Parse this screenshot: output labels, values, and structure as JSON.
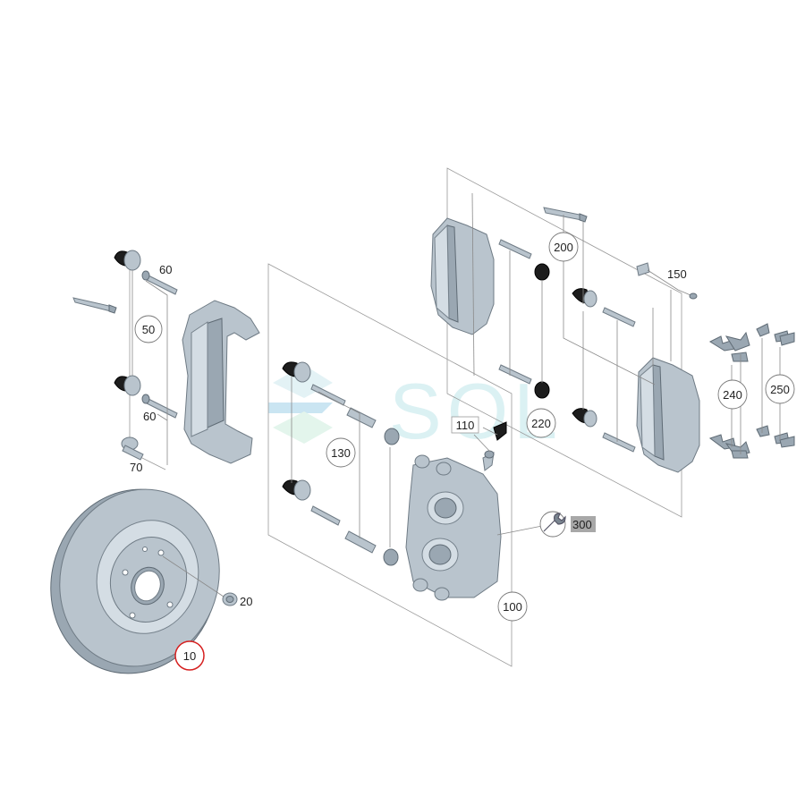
{
  "labels": {
    "p10": "10",
    "p20": "20",
    "p50": "50",
    "p60a": "60",
    "p60b": "60",
    "p70": "70",
    "p100": "100",
    "p110": "110",
    "p130": "130",
    "p150": "150",
    "p200": "200",
    "p220": "220",
    "p240": "240",
    "p250": "250",
    "p300": "300"
  },
  "watermark": "SOL",
  "colors": {
    "part": "#b9c4cd",
    "highlight_circle": "#d62020",
    "service_tag": "#a8a8a8",
    "watermark": "#bfe6ea"
  },
  "icons": [
    "wrench-icon"
  ]
}
